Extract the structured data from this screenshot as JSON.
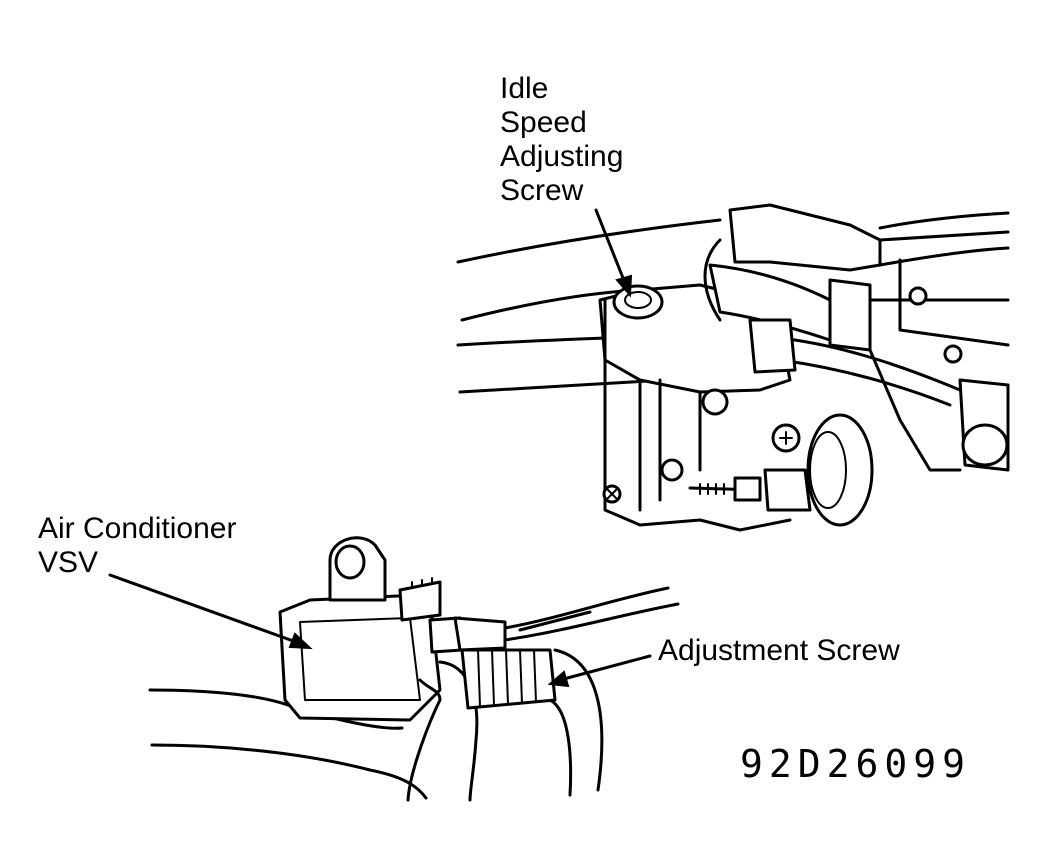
{
  "labels": {
    "idle_line1": "Idle",
    "idle_line2": "Speed",
    "idle_line3": "Adjusting",
    "idle_line4": "Screw",
    "ac_line1": "Air Conditioner",
    "ac_line2": "VSV",
    "adjustment_screw": "Adjustment Screw",
    "figure_code": "92D26099"
  }
}
